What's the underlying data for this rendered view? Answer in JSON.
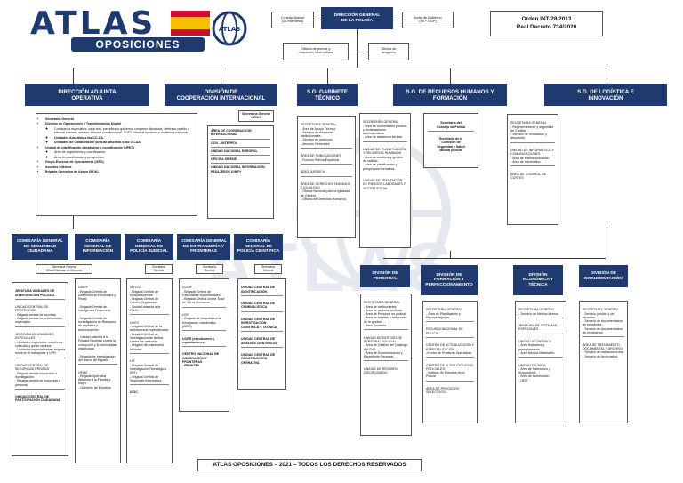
{
  "logo": {
    "name": "ATLAS",
    "sub": "OPOSICIONES"
  },
  "order": {
    "line1": "Orden INT/28/2013",
    "line2": "Real Decreto 734/2020"
  },
  "top": {
    "consejo": "Consejo Asesor\n(16 miembros)",
    "director": "DIRECCIÓN GENERAL\nDE LA POLICÍA",
    "junta": "Junta de Gobierno\n(15 + DGP)",
    "prensa": "Oficina de prensa y\nrelaciones informativas",
    "despacho": "Oficina de\ndespacho"
  },
  "main": [
    {
      "title": "DIRECCIÓN ADJUNTA\nOPERATIVA"
    },
    {
      "title": "DIVISIÓN DE\nCOOPERACIÓN INTERNACIONAL"
    },
    {
      "title": "S.G. GABINETE\nTÉCNICO"
    },
    {
      "title": "S.G. DE RECURSOS HUMANOS Y\nFORMACIÓN"
    },
    {
      "title": "S.G. DE LOGÍSTICA E\nINNOVACIÓN"
    }
  ],
  "dao": {
    "items": [
      "Secretaría General",
      "División de Operaciones y Transformación Digital",
      "Comisarías especiales: casa real, presidencia gobierno, congreso diputados, defensor pueblo y tribunal cuentas; senado; tribunal constitucional; CGPJ, tribunal supremo y audiencia nacional.",
      "Unidades Adscritas a las CC.AA.",
      "Unidades de Colaboración policial adscritas a las CC.AA.",
      "Unidad de planificación estratégica y coordinación (UPEC)",
      "Área de seguimiento y coordinación.",
      "Área de planificación y prospectiva.",
      "Grupo Especial de Operaciones (GEO)",
      "Asuntos Internos",
      "Brigada Operativa de Apoyo (BOA)"
    ]
  },
  "coop": {
    "sec": "Secretaría General\nCENCI",
    "items": [
      "ÁREA DE COORDINACIÓN INTERNACIONAL",
      "OCN – INTERPOL",
      "UNIDAD NACIONAL EUROPOL",
      "OFICINA SIRENE",
      "UNIDAD NACIONAL INFORMACIÓN PASAJEROS (UNIP)"
    ]
  },
  "gab": {
    "items": [
      "SECRETARÍA GENERAL\n- Área de Apoyo Técnico.\n- Servicio de relaciones institucionales.\n- Servicio de protocolo\n- Asuntos Generales",
      "ÁREA DE PUBLICACIONES\n- Función Policía Española",
      "ÁREA JURÍDICA",
      "ÁREA DE DERECHOS HUMANOS E IGUALDAD\n- Oficina Nacional para la Igualdad de Género\n- Oficina de Derechos Humanos"
    ]
  },
  "rrhh": {
    "left": [
      "SECRETARÍA GENERAL\n- Área de coordinación jurídica y reclamaciones administrativas.\n- Área de asistencia letrada.",
      "UNIDAD DE PLANIFICACIÓN Y RECURSOS HUMANOS\n- Área de auditoría y gestión de calidad.\n- Área de planificación y prospección formativa.",
      "UNIDAD DE PREVENCIÓN DE RIESGOS LABORALES Y ACCIÓN SOCIAL"
    ],
    "right1": "Secretaría del\nConsejo de Policía",
    "right2": "Secretaría de la\nComisión de\nSeguridad y Salud\nlaboral policial"
  },
  "log": {
    "items": [
      "SECRETARÍA GENERAL\n- Régimen interior y seguridad de Canillas\n- Servicio de innovación y desarrollo",
      "UNIDAD DE INFORMÁTICA Y COMUNICACIONES\n- Área de telecomunicación.\n- Área de informática.",
      "ÁREA DE CONTROL DE COSTES"
    ]
  },
  "comisarias": [
    {
      "title": "COMISARÍA GENERAL\nDE SEGURIDAD\nCIUDADANA",
      "sec": "Secretaría General\nOficial Nacional de Deportes"
    },
    {
      "title": "COMISARÍA\nGENERAL DE\nINFORMACIÓN",
      "sec": ""
    },
    {
      "title": "COMISARÍA\nGENERAL DE\nPOLICÍA JUDICIAL",
      "sec": "Secretaría\nGeneral"
    },
    {
      "title": "COMISARÍA GENERAL\nDE EXTRANJERÍA Y\nFRONTERAS",
      "sec": "Secretaría\nGeneral"
    },
    {
      "title": "COMISARÍA\nGENERAL DE\nPOLICÍA CIENTÍFICA",
      "sec": "Secretaría\nGeneral"
    }
  ],
  "csc": [
    "JEFATURA UNIDADES DE INTERVENCIÓN POLICIAL",
    "UNIDAD CENTRAL DE PROTECCIÓN\n- Brigada central de escoltas.\n- Brigada central de protecciones especiales.",
    "JEFATURA DE UNIDADES ESPECIALES\n- Unidades especiales: caballería, subsuelo y guías caninos.\n- Unidades especializadas: brigada móvil en el transporte y UPR.",
    "UNIDAD CENTRAL DE SEGURIDAD PRIVADA\n- Brigada central inspección e investigación.\n- Brigada central de empresas y personal.",
    "UNIDAD CENTRAL DE PARTICIPACIÓN CIUDADANA"
  ],
  "ci": [
    "UIDEF\n- Brigada Central de Delincuencia Económica y Fiscal\n\n- Brigada Central de Inteligencia Financiera\n\n- Brigada Central de Investigación de Blanqueo de capitales y anticorrupción\n\n- Unidad adscrita a la Fiscalía Especial contra la corrupción y la criminalidad organizada\n\n- Brigada de Investigación del Banco de España",
    "UFAM\n- Brigada Operativa Atención a la Familia y Mujer.\n- Gabinete de Estudios"
  ],
  "cpj": [
    "UDYCO\n- Brigada Central de Estupefacientes.\n- Brigada Central de Crimen Organizado.\n- Unidad adscrita a la F.A.D.",
    "UDEV\n- Brigada Central de la delincuencia especializada.\n- Brigada Central de Investigación de delitos contra las personas.\n- Brigada del patrimonio histórico",
    "UIT\n- Brigada Central de Investigación Tecnológica (BIT)\n- Brigada Central de Seguridad Informática.",
    "UCIC"
  ],
  "cef": [
    "UCRIF\n- Brigada Central de Falsedades Documentales.\n- Brigada Central contra Trata de Seres Humanos.",
    "UCF\n- Brigada de respuesta a la inmigración clandestina (BRIC)",
    "UCER (expulsiones y repatriaciones)",
    "CENTRO NACIONAL DE INMIGRACIÓN Y FRONTERAS\n- FRONTEX"
  ],
  "cpc": [
    "UNIDAD CENTRAL DE IDENTIFICACIÓN",
    "UNIDAD CENTRAL DE CRIMINALÍSTICA",
    "UNIDAD CENTRAL DE INVESTIGACIÓN CIENTÍFICA Y TÉCNICA",
    "UNIDAD CENTRAL DE ANÁLISIS CIENTÍFICOS",
    "UNIDAD CENTRAL DE CONSTRUCCIÓN OPERATIVA"
  ],
  "divisions": [
    {
      "title": "DIVISIÓN DE\nPERSONAL",
      "items": [
        "SECRETARÍA GENERAL\n- Área de retribuciones.\n- Área de asuntos jurídicos.\n- Área de Personal no policial.\n- Área de Análisis y desarrollo de la gestión\n- Área Sanitaria.",
        "UNIDAD DE GESTIÓN DE PERSONAL POLICIAL\n- Área de Gestión del Catálogo del CNP.\n- Área de Documentación y Expediente Personal.",
        "UNIDAD DE RÉGIMEN DISCIPLINARIO."
      ]
    },
    {
      "title": "DIVISIÓN DE\nFORMACIÓN Y\nPERFECCIONAMIENTO",
      "items": [
        "SECRETARÍA GENERAL\n- Área de Planificación y Psicopedagogía",
        "ESCUELA NACIONAL DE POLICÍA",
        "CENTRO DE ACTUALIZACIÓN Y ESPECIALIZACIÓN.\n-Centro de Prácticas Operativas",
        "CENTRO DE ALTOS ESTUDIOS POLICIALES.\n- Instituto de Estudios de la Policía",
        "ÁREA DE PROCESOS SELECTIVOS."
      ]
    },
    {
      "title": "DIVISIÓN\nECONÓMICA Y\nTÉCNICA",
      "items": [
        "SECRETARÍA GENERAL\n- Servicio de Medios Aéreos.",
        "JEFATURA DE SISTEMAS ESPECIALES",
        "UNIDAD ECONÓMICA\n- Área financiera y presupuestaria.\n- Área Medios Materiales.",
        "UNIDAD TÉCNICA.\n- Área de Patrimonio y Arquitectura.\n- Área de Automoción\n- GEIT"
      ]
    },
    {
      "title": "DIVISIÓN DE\nDOCUMENTACIÓN",
      "items": [
        "SECRETARÍA GENERAL\n- Servicio jurídico y de recursos.\n- Servicio de documentación de españoles.\n- Servicio de documentación de extranjeros.",
        "ÁREA DE TRATAMIENTO DOCUMENTAL Y ARCHIVO\n- Servicio de salvaconductos.\n- Servicio de Archivística."
      ]
    }
  ],
  "footer": "ATLAS OPOSICIONES – 2021 – TODOS LOS DERECHOS RESERVADOS",
  "colors": {
    "header": "#1f3a6e",
    "logo_blue": "#1f3a6e",
    "flag_red": "#c8102e",
    "flag_yellow": "#f6c100"
  }
}
